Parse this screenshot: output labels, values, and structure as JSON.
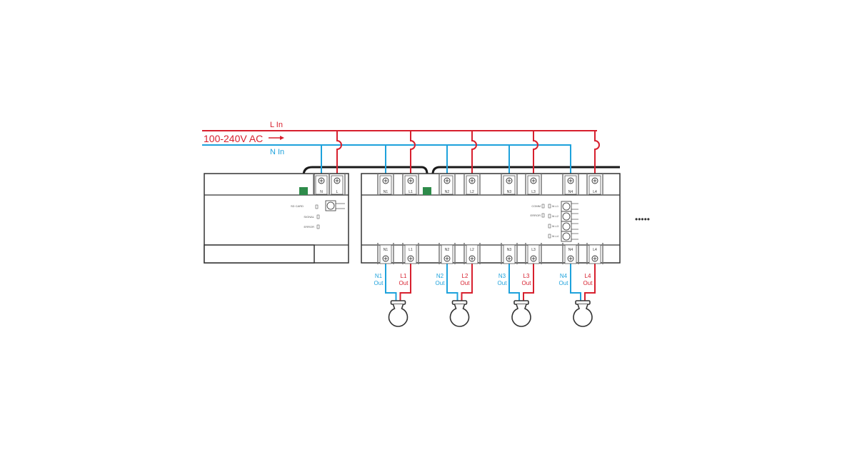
{
  "supply": {
    "l_in": "L In",
    "n_in": "N In",
    "voltage": "100-240V AC"
  },
  "main_module": {
    "terminal_n": "N",
    "terminal_l": "L",
    "indicators": [
      "SD CARD",
      "SIGNAL",
      "ERROR"
    ]
  },
  "relay_module": {
    "indicators": [
      "COMM",
      "ERROR"
    ],
    "channel_buttons": [
      "M-L1",
      "M-L2",
      "M-L3",
      "M-L4"
    ],
    "channels": [
      {
        "n_in": "N1",
        "l_in": "L1",
        "n_out": "N1",
        "l_out": "L1"
      },
      {
        "n_in": "N2",
        "l_in": "L2",
        "n_out": "N2",
        "l_out": "L2"
      },
      {
        "n_in": "N3",
        "l_in": "L3",
        "n_out": "N3",
        "l_out": "L3"
      },
      {
        "n_in": "N4",
        "l_in": "L4",
        "n_out": "N4",
        "l_out": "L4"
      }
    ],
    "out_suffix": "Out",
    "in_suffix": "In"
  },
  "continuation": "•••••",
  "colors": {
    "live": "#d7202e",
    "neutral": "#1ea2dc",
    "cable": "#1a1a1a",
    "outline": "#333333",
    "connector": "#2e8b4a"
  }
}
